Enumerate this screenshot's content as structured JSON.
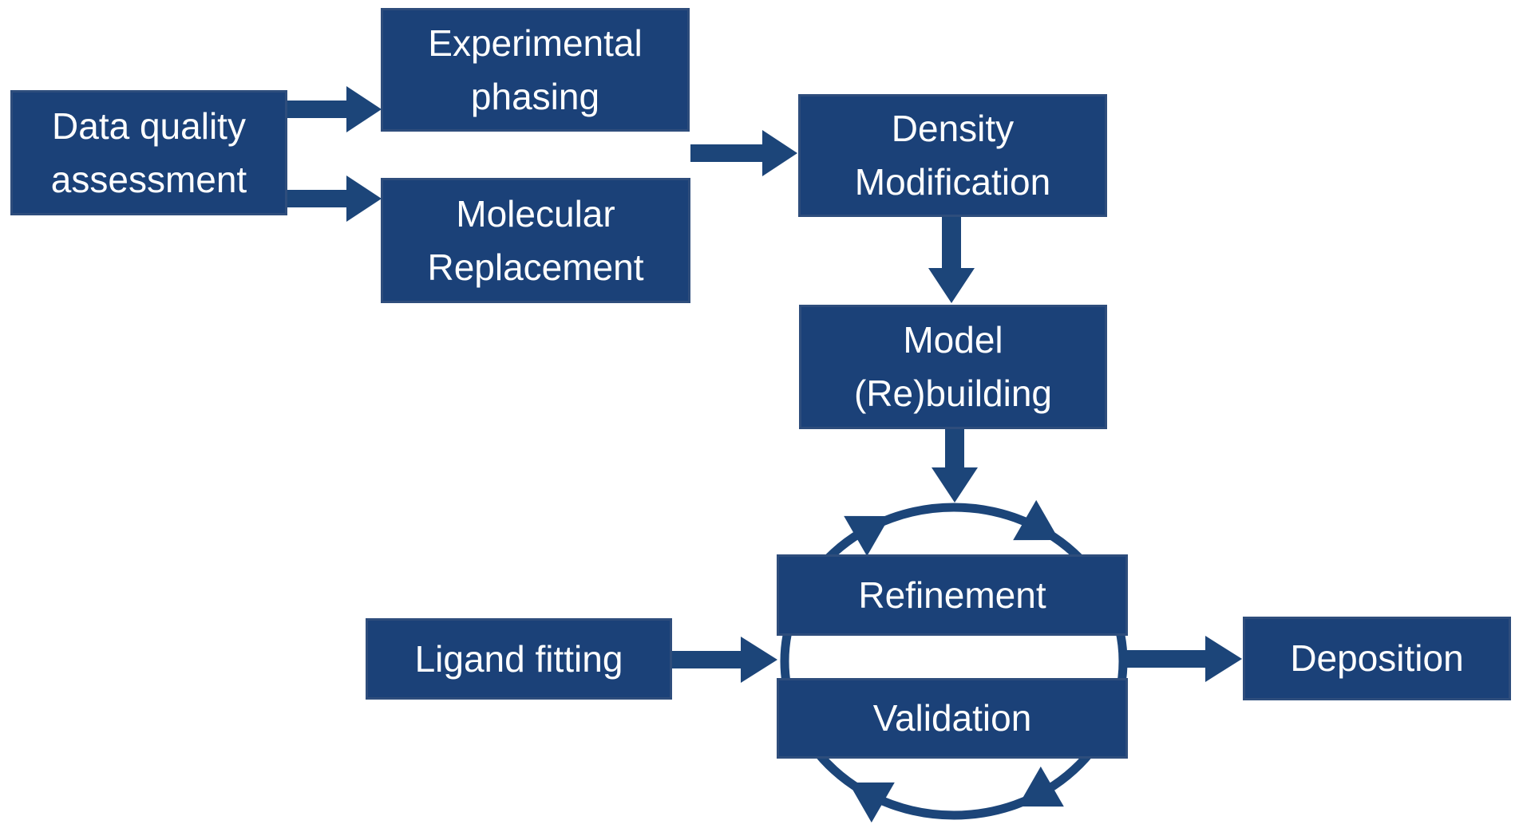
{
  "colors": {
    "background": "#ffffff",
    "node_fill": "#1b4178",
    "node_border": "#2e4d7c",
    "arrow": "#1c4579",
    "text": "#ffffff"
  },
  "nodes": {
    "data_quality_assessment": {
      "label": "Data quality assessment"
    },
    "experimental_phasing": {
      "label": "Experimental phasing"
    },
    "molecular_replacement": {
      "label": "Molecular Replacement"
    },
    "density_modification": {
      "label": "Density Modification"
    },
    "model_rebuilding": {
      "label": "Model (Re)building"
    },
    "refinement": {
      "label": "Refinement"
    },
    "validation": {
      "label": "Validation"
    },
    "ligand_fitting": {
      "label": "Ligand fitting"
    },
    "deposition": {
      "label": "Deposition"
    }
  },
  "edges": [
    {
      "from": "Data quality assessment",
      "to": "Experimental phasing"
    },
    {
      "from": "Data quality assessment",
      "to": "Molecular Replacement"
    },
    {
      "from": "Experimental phasing / Molecular Replacement",
      "to": "Density Modification"
    },
    {
      "from": "Density Modification",
      "to": "Model (Re)building"
    },
    {
      "from": "Model (Re)building",
      "to": "Refinement-Validation cycle"
    },
    {
      "from": "Ligand fitting",
      "to": "Refinement-Validation cycle"
    },
    {
      "from": "Refinement-Validation cycle",
      "to": "Deposition"
    }
  ],
  "cycle": {
    "between": [
      "Refinement",
      "Validation"
    ],
    "direction": "clockwise"
  }
}
